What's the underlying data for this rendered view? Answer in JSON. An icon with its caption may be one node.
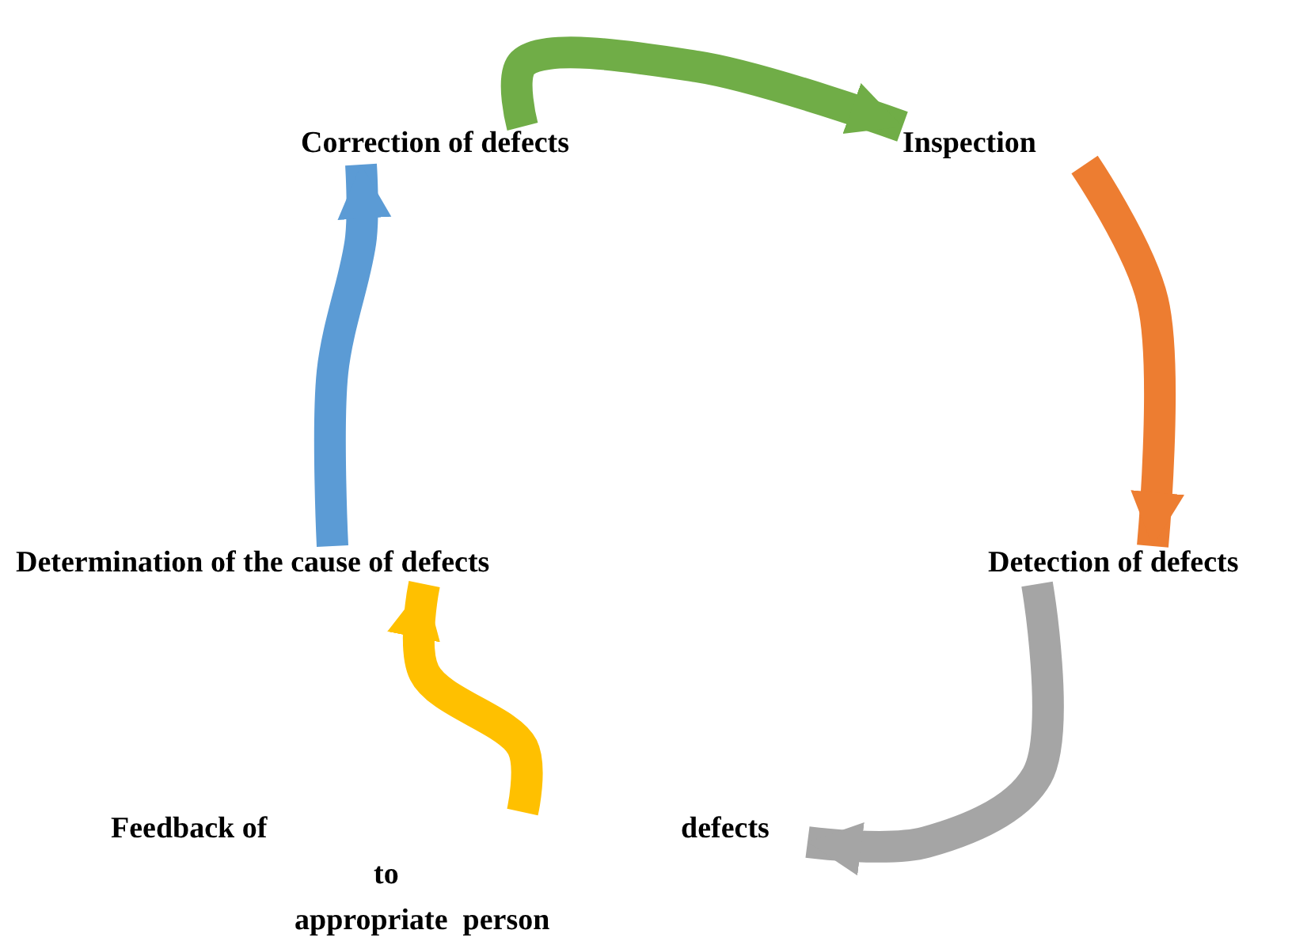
{
  "diagram": {
    "nodes": [
      {
        "text": [
          "Correction of defects"
        ]
      },
      {
        "text": [
          "Inspection"
        ]
      },
      {
        "text": [
          "Detection of defects"
        ]
      },
      {
        "text": [
          "Feedback of",
          "defects",
          "to",
          "appropriate  person"
        ]
      },
      {
        "text": [
          "Determination of the cause of defects"
        ]
      }
    ],
    "edges": [
      {
        "from": 0,
        "to": 1,
        "arrow": "to",
        "color": "#70ad47"
      },
      {
        "from": 1,
        "to": 2,
        "arrow": "to",
        "color": "#ed7d31"
      },
      {
        "from": 2,
        "to": 3,
        "arrow": "to",
        "color": "#a5a5a5"
      },
      {
        "from": 3,
        "to": 4,
        "arrow": "to",
        "color": "#ffc000"
      },
      {
        "from": 4,
        "to": 0,
        "arrow": "to",
        "color": "#5b9bd5"
      }
    ]
  }
}
